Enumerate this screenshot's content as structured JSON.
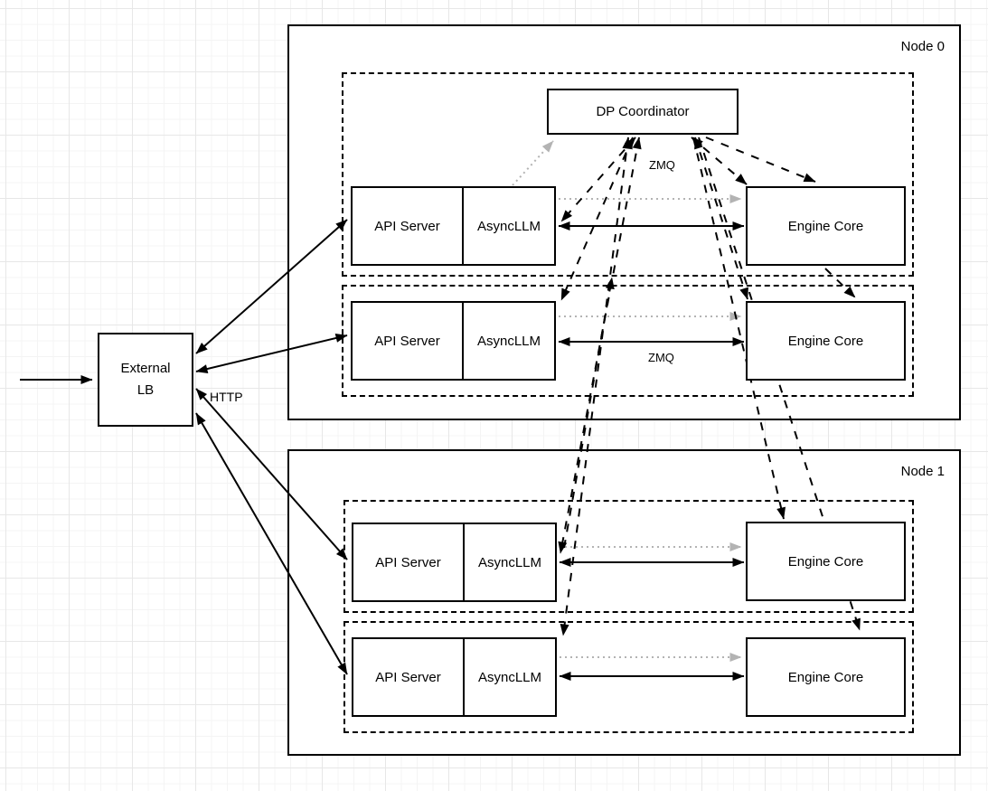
{
  "diagram_type": "architecture-diagram",
  "external_lb": {
    "label_line1": "External",
    "label_line2": "LB"
  },
  "dp_coordinator": {
    "label": "DP Coordinator"
  },
  "edge_labels": {
    "http": "HTTP",
    "zmq_coordinator": "ZMQ",
    "zmq_row": "ZMQ"
  },
  "nodes": [
    {
      "label": "Node 0",
      "rows": [
        {
          "api": "API Server",
          "async": "AsyncLLM",
          "engine": "Engine Core"
        },
        {
          "api": "API Server",
          "async": "AsyncLLM",
          "engine": "Engine Core"
        }
      ]
    },
    {
      "label": "Node 1",
      "rows": [
        {
          "api": "API Server",
          "async": "AsyncLLM",
          "engine": "Engine Core"
        },
        {
          "api": "API Server",
          "async": "AsyncLLM",
          "engine": "Engine Core"
        }
      ]
    }
  ],
  "colors": {
    "stroke": "#000000",
    "gray_arrow": "#b3b3b3",
    "grid_minor": "#f4f4f4",
    "grid_major": "#e7e7e7",
    "fill": "#ffffff"
  },
  "connections": [
    {
      "from": "client",
      "to": "external-lb",
      "style": "solid-arrow"
    },
    {
      "from": "external-lb",
      "to": "api-server-node0-row0",
      "style": "solid-bidirectional",
      "label": "HTTP"
    },
    {
      "from": "external-lb",
      "to": "api-server-node0-row1",
      "style": "solid-bidirectional",
      "label": "HTTP"
    },
    {
      "from": "external-lb",
      "to": "api-server-node1-row0",
      "style": "solid-bidirectional",
      "label": "HTTP"
    },
    {
      "from": "external-lb",
      "to": "api-server-node1-row1",
      "style": "solid-bidirectional",
      "label": "HTTP"
    },
    {
      "from": "asyncllm-node0-row0",
      "to": "engine-core-node0-row0",
      "style": "solid-bidirectional",
      "label": "ZMQ"
    },
    {
      "from": "asyncllm-node0-row1",
      "to": "engine-core-node0-row1",
      "style": "solid-bidirectional",
      "label": "ZMQ"
    },
    {
      "from": "asyncllm-node1-row0",
      "to": "engine-core-node1-row0",
      "style": "solid-bidirectional",
      "label": "ZMQ"
    },
    {
      "from": "asyncllm-node1-row1",
      "to": "engine-core-node1-row1",
      "style": "solid-bidirectional",
      "label": "ZMQ"
    },
    {
      "from": "asyncllm-node0-row0",
      "to": "engine-core-node0-row0",
      "style": "gray-dotted-arrow"
    },
    {
      "from": "asyncllm-node0-row1",
      "to": "engine-core-node0-row1",
      "style": "gray-dotted-arrow"
    },
    {
      "from": "asyncllm-node1-row0",
      "to": "engine-core-node1-row0",
      "style": "gray-dotted-arrow"
    },
    {
      "from": "asyncllm-node1-row1",
      "to": "engine-core-node1-row1",
      "style": "gray-dotted-arrow"
    },
    {
      "from": "asyncllm-node0-row0",
      "to": "dp-coordinator",
      "style": "gray-dotted-arrow"
    },
    {
      "from": "dp-coordinator",
      "to": "asyncllm-node0-row0",
      "style": "dashed-bidirectional",
      "label": "ZMQ"
    },
    {
      "from": "dp-coordinator",
      "to": "asyncllm-node0-row1",
      "style": "dashed-bidirectional",
      "label": "ZMQ"
    },
    {
      "from": "dp-coordinator",
      "to": "asyncllm-node1-row0",
      "style": "dashed-bidirectional",
      "label": "ZMQ"
    },
    {
      "from": "dp-coordinator",
      "to": "asyncllm-node1-row1",
      "style": "dashed-bidirectional",
      "label": "ZMQ"
    },
    {
      "from": "engine-core-node0-row0",
      "to": "dp-coordinator",
      "style": "dashed-bidirectional"
    },
    {
      "from": "engine-core-node0-row1",
      "to": "dp-coordinator",
      "style": "dashed-bidirectional"
    },
    {
      "from": "dp-coordinator",
      "to": "engine-core-node0-row0",
      "style": "dashed-arrow"
    },
    {
      "from": "dp-coordinator",
      "to": "engine-core-node0-row1",
      "style": "dashed-arrow"
    },
    {
      "from": "dp-coordinator",
      "to": "engine-core-node1-row0",
      "style": "dashed-arrow"
    },
    {
      "from": "dp-coordinator",
      "to": "engine-core-node1-row1",
      "style": "dashed-arrow"
    }
  ]
}
